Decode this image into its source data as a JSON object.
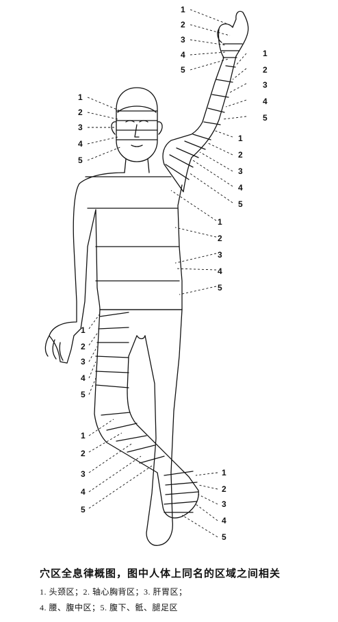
{
  "segment_numbers": [
    "1",
    "2",
    "3",
    "4",
    "5"
  ],
  "caption": "穴区全息律概图，图中人体上同名的区域之间相关",
  "legend": {
    "line1": "1. 头颈区；2. 轴心胸背区；3. 肝胃区；",
    "line2": "4. 腰、腹中区；5. 腹下、骶、腿足区"
  }
}
